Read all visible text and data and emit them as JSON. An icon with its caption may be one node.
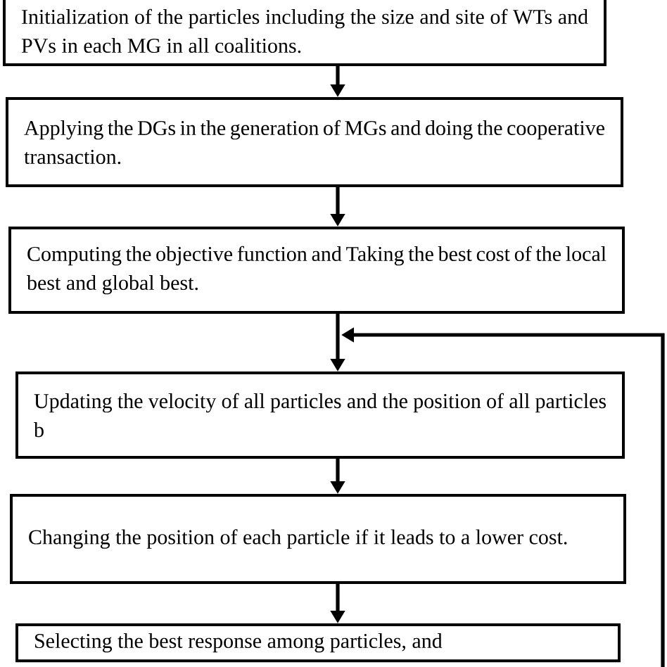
{
  "diagram": {
    "nodes": [
      {
        "text": [
          "Initialization of the particles including the size and site of WTs and PVs in each MG in all coalitions."
        ]
      },
      {
        "text": [
          "Applying the DGs in the generation of MGs and doing the cooperative transaction."
        ]
      },
      {
        "text": [
          "Computing the objective function and Taking the best cost of the local best and global best."
        ]
      },
      {
        "text": [
          "Updating the velocity of all particles and the position of all particles b"
        ]
      },
      {
        "text": [
          "Changing the position of each particle if it leads to a lower cost."
        ]
      },
      {
        "text": [
          "Selecting the best response among particles, and"
        ]
      }
    ],
    "edges": [
      {
        "from": 0,
        "to": 1,
        "arrow": "to"
      },
      {
        "from": 1,
        "to": 2,
        "arrow": "to"
      },
      {
        "from": 2,
        "to": 3,
        "arrow": "to"
      },
      {
        "from": 3,
        "to": 4,
        "arrow": "to"
      },
      {
        "from": 4,
        "to": 5,
        "arrow": "to"
      },
      {
        "from": null,
        "to": 3,
        "arrow": "to"
      }
    ]
  }
}
